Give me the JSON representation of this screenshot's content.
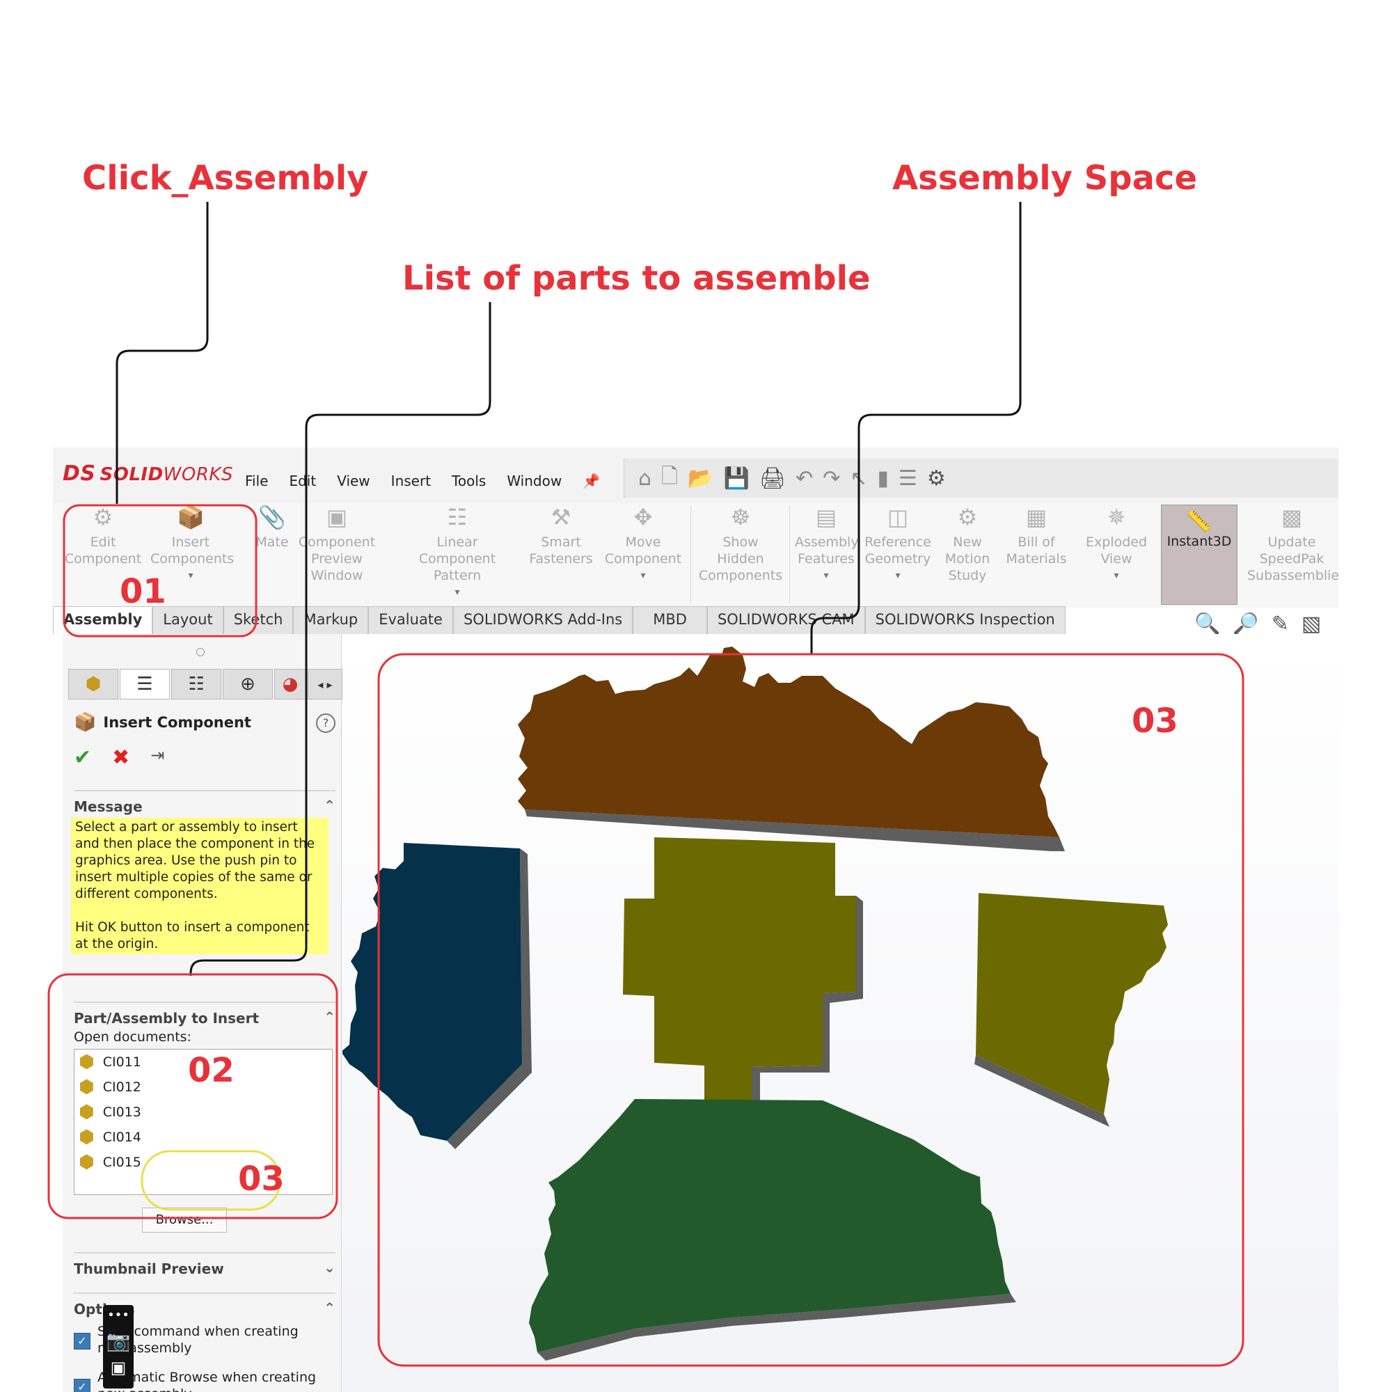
{
  "annotations": {
    "click_assembly": "Click_Assembly",
    "assembly_space": "Assembly Space",
    "parts_list": "List of parts to assemble",
    "num_01": "01",
    "num_02": "02",
    "num_03_graphics": "03",
    "num_03_browse": "03"
  },
  "app": {
    "logo_ds": "DS",
    "logo_solid": "SOLID",
    "logo_works": "WORKS",
    "menu": [
      "File",
      "Edit",
      "View",
      "Insert",
      "Tools",
      "Window"
    ]
  },
  "ribbon": {
    "edit_component": "Edit Component",
    "insert_components": "Insert Components",
    "mate": "Mate",
    "component_preview": "Component Preview Window",
    "linear_pattern": "Linear Component Pattern",
    "smart_fasteners": "Smart Fasteners",
    "move_component": "Move Component",
    "show_hidden": "Show Hidden Components",
    "assembly_features": "Assembly Features",
    "reference_geometry": "Reference Geometry",
    "new_motion_study": "New Motion Study",
    "bill_of_materials": "Bill of Materials",
    "exploded_view": "Exploded View",
    "instant3d": "Instant3D",
    "update_speedpak": "Update SpeedPak Subassemblie"
  },
  "tabs": [
    "Assembly",
    "Layout",
    "Sketch",
    "Markup",
    "Evaluate",
    "SOLIDWORKS Add-Ins",
    "MBD",
    "SOLIDWORKS CAM",
    "SOLIDWORKS Inspection"
  ],
  "property_manager": {
    "title": "Insert Component",
    "message_header": "Message",
    "message_p1": "Select a part or assembly to insert and then place the component in the graphics area. Use the push pin to insert multiple copies of the same or different components.",
    "message_p2": "Hit OK button to insert a component at the origin.",
    "part_header": "Part/Assembly to Insert",
    "open_documents_label": "Open documents:",
    "documents": [
      "CI011",
      "CI012",
      "CI013",
      "CI014",
      "CI015"
    ],
    "browse_label": "Browse...",
    "thumbnail_header": "Thumbnail Preview",
    "options_header": "Options",
    "option1": "Start command when creating new assembly",
    "option2": "Automatic Browse when creating new assembly"
  },
  "part_colors": {
    "brown": "#6b3a06",
    "navy": "#05314a",
    "olive": "#6b6a00",
    "green": "#235a2b",
    "edge": "#5e5e5e"
  },
  "annotation_color": "#e8323a",
  "highlight_color": "#e9e04a"
}
